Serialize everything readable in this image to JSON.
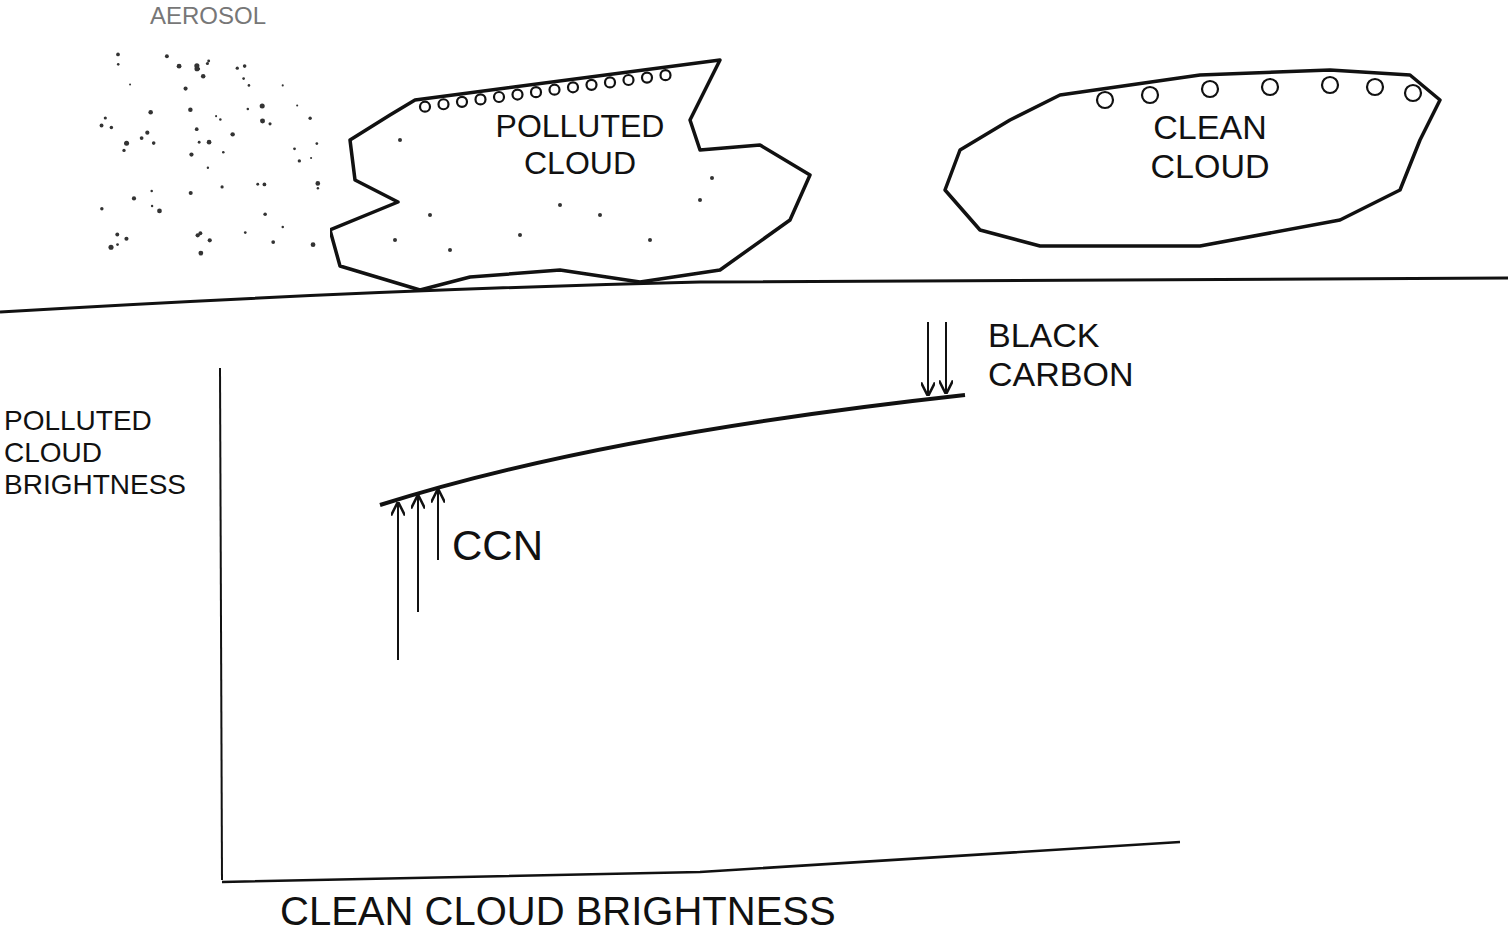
{
  "diagram": {
    "nodes": [
      {
        "text": [
          "POLLUTED CLOUD"
        ]
      },
      {
        "text": [
          "CLEAN CLOUD"
        ]
      }
    ],
    "labels": [
      "AEROSOL",
      "BLACK CARBON",
      "CCN",
      "POLLUTED CLOUD BRIGHTNESS",
      "CLEAN CLOUD BRIGHTNESS"
    ]
  }
}
